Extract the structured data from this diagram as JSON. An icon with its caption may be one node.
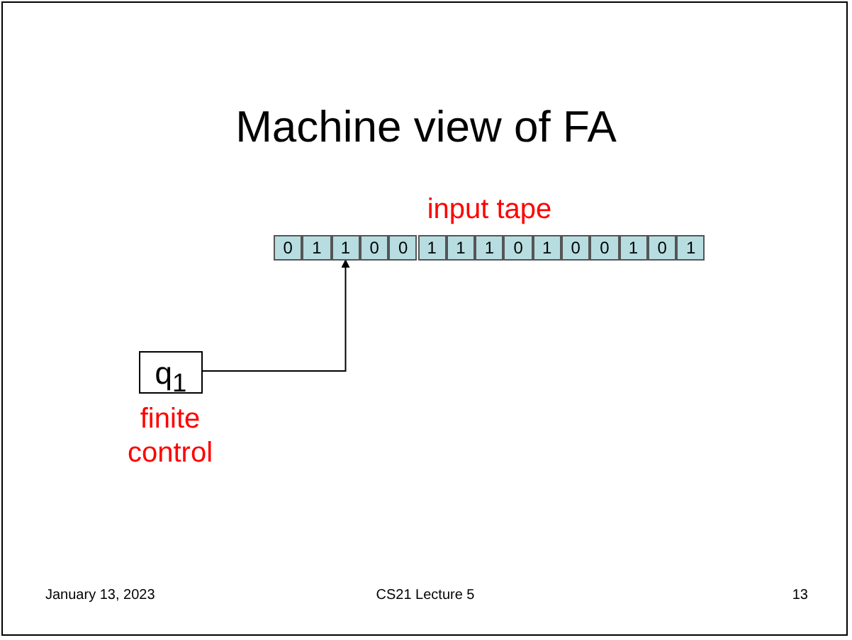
{
  "diagram": {
    "title": "Machine view of FA",
    "nodes": [
      {
        "text": [
          "input tape"
        ]
      },
      {
        "text": [
          "0"
        ],
        "in": 0
      },
      {
        "text": [
          "1"
        ],
        "in": 0
      },
      {
        "text": [
          "1"
        ],
        "in": 0
      },
      {
        "text": [
          "0"
        ],
        "in": 0
      },
      {
        "text": [
          "0"
        ],
        "in": 0
      },
      {
        "text": [
          "1"
        ],
        "in": 0
      },
      {
        "text": [
          "1"
        ],
        "in": 0
      },
      {
        "text": [
          "1"
        ],
        "in": 0
      },
      {
        "text": [
          "0"
        ],
        "in": 0
      },
      {
        "text": [
          "1"
        ],
        "in": 0
      },
      {
        "text": [
          "0"
        ],
        "in": 0
      },
      {
        "text": [
          "0"
        ],
        "in": 0
      },
      {
        "text": [
          "1"
        ],
        "in": 0
      },
      {
        "text": [
          "0"
        ],
        "in": 0
      },
      {
        "text": [
          "1"
        ],
        "in": 0
      },
      {
        "text": [
          "q$_{1}$"
        ],
        "beside": [
          "finite control"
        ]
      }
    ],
    "edges": [
      {
        "from": 16,
        "to": 3,
        "arrow": "to"
      }
    ],
    "labels": [
      "January 13, 2023",
      "CS21 Lecture 5",
      "13"
    ]
  }
}
